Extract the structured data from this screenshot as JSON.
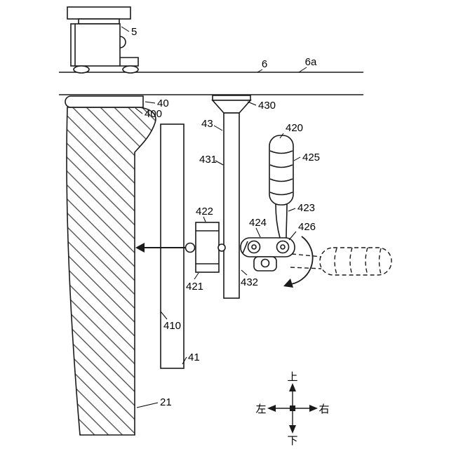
{
  "figure": {
    "refs": {
      "r5": "5",
      "r6": "6",
      "r6a": "6a",
      "r40": "40",
      "r400": "400",
      "r43": "43",
      "r430": "430",
      "r431": "431",
      "r420": "420",
      "r425": "425",
      "r423": "423",
      "r424": "424",
      "r426": "426",
      "r422": "422",
      "r421": "421",
      "r432": "432",
      "r410": "410",
      "r41": "41",
      "r21": "21"
    },
    "compass": {
      "up": "上",
      "down": "下",
      "left": "左",
      "right": "右"
    }
  }
}
